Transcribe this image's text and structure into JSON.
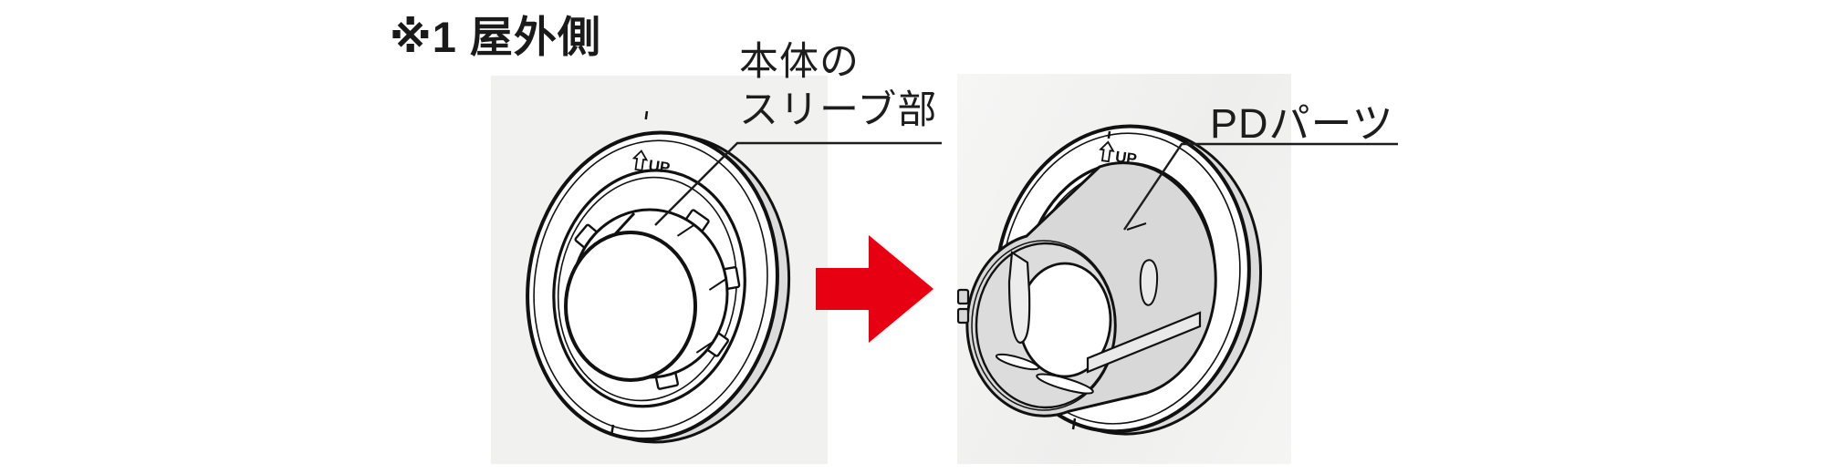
{
  "title": "※1 屋外側",
  "panels": {
    "before": {
      "up_label": "UP",
      "callout_line1": "本体の",
      "callout_line2": "スリーブ部"
    },
    "after": {
      "up_label": "UP",
      "callout": "PDパーツ"
    }
  },
  "icons": {
    "transform_arrow": "red-arrow-right-icon",
    "up_direction": "up-arrow-icon"
  },
  "colors": {
    "arrow_red": "#e60012",
    "panel_bg": "#f1f1f0",
    "outline": "#111111",
    "flange_depth_gray": "#dcdcdc",
    "pd_part_gray": "#d8d8d8"
  }
}
